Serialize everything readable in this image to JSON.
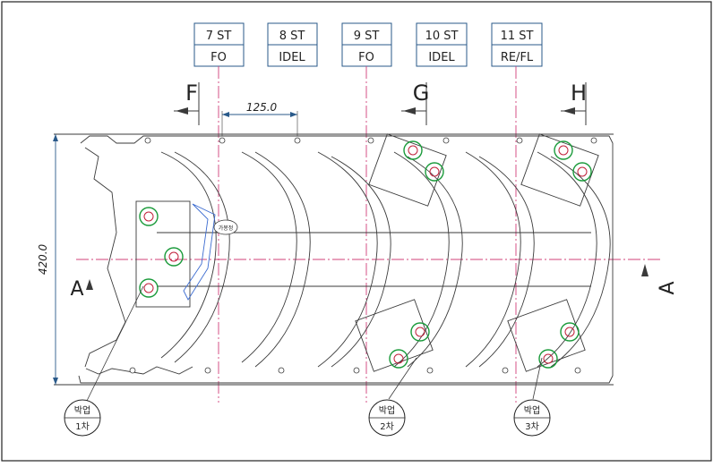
{
  "stations": [
    {
      "number": "7 ST",
      "operation": "FO"
    },
    {
      "number": "8 ST",
      "operation": "IDEL"
    },
    {
      "number": "9 ST",
      "operation": "FO"
    },
    {
      "number": "10 ST",
      "operation": "IDEL"
    },
    {
      "number": "11 ST",
      "operation": "RE/FL"
    }
  ],
  "section_marks": {
    "f": "F",
    "g": "G",
    "h": "H",
    "a_left": "A",
    "a_right": "A"
  },
  "dimensions": {
    "pitch": "125.0",
    "height": "420.0"
  },
  "callouts": [
    {
      "top": "박업",
      "bottom": "1차"
    },
    {
      "top": "박업",
      "bottom": "2차"
    },
    {
      "top": "박업",
      "bottom": "3차"
    }
  ],
  "tag_label": "가봉정",
  "colors": {
    "line": "#3a3a3a",
    "centerline": "#d0407a",
    "station_box": "#2a5a8a",
    "pin_outer": "#1a9a3a",
    "pin_inner": "#c0203a",
    "accent_blue": "#3a6ad0"
  }
}
